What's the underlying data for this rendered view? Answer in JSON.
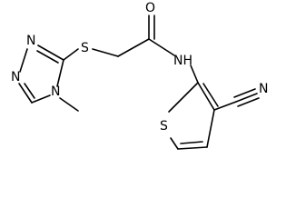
{
  "structure": {
    "atoms": {
      "S_thioether": "S",
      "O_carbonyl": "O",
      "NH_amide": "NH",
      "N_triazole_1": "N",
      "N_triazole_2": "N",
      "N_triazole_4": "N",
      "S_thiophene": "S",
      "N_nitrile": "N"
    }
  },
  "colors": {
    "bond": "#000000",
    "text": "#000000",
    "background": "#ffffff"
  }
}
